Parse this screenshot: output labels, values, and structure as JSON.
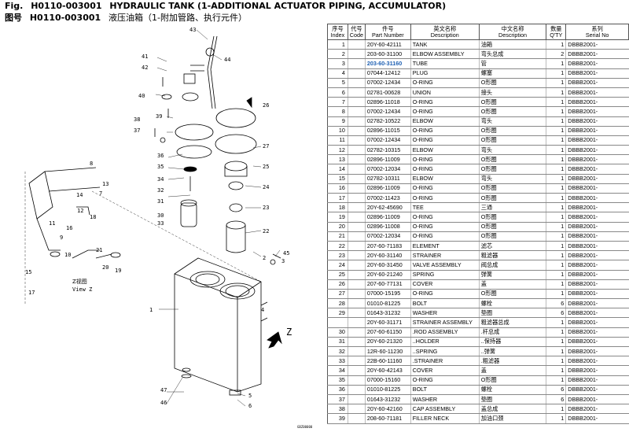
{
  "header": {
    "fig_label": "Fig.",
    "fig_code": "H0110-003001",
    "fig_title_en": "HYDRAULIC TANK (1-ADDITIONAL ACTUATOR PIPING, ACCUMULATOR)",
    "fig_label_cn": "图号",
    "fig_code_cn": "H0110-003001",
    "fig_title_cn": "液压油箱（1-附加管路、执行元件）"
  },
  "diagram": {
    "view_label_cn": "Z视图",
    "view_label_en": "View Z",
    "arrow_label": "Z",
    "drawing_code": "GBZ00000",
    "callouts": [
      "43",
      "41",
      "42",
      "44",
      "40",
      "39",
      "38",
      "37",
      "36",
      "35",
      "34",
      "32",
      "31",
      "30",
      "33",
      "26",
      "27",
      "25",
      "24",
      "23",
      "22",
      "2",
      "45",
      "3",
      "8",
      "14",
      "13",
      "7",
      "18",
      "12",
      "11",
      "16",
      "9",
      "10",
      "21",
      "20",
      "15",
      "19",
      "17",
      "1",
      "4",
      "47",
      "46",
      "5",
      "6"
    ]
  },
  "table": {
    "headers": [
      {
        "cn": "序号",
        "en": "Index"
      },
      {
        "cn": "代号",
        "en": "Code"
      },
      {
        "cn": "件号",
        "en": "Part Number"
      },
      {
        "cn": "英文名称",
        "en": "Description"
      },
      {
        "cn": "中文名称",
        "en": "Description"
      },
      {
        "cn": "数量",
        "en": "Q'TY"
      },
      {
        "cn": "系列",
        "en": "Serial No"
      }
    ],
    "rows": [
      {
        "idx": "1",
        "code": "",
        "pn": "20Y-60-42111",
        "en": "TANK",
        "cn": "油箱",
        "qty": "1",
        "sn": "DBBB2001-"
      },
      {
        "idx": "2",
        "code": "",
        "pn": "203-60-31100",
        "en": "ELBOW ASSEMBLY",
        "cn": "弯头总成",
        "qty": "2",
        "sn": "DBBB2001-"
      },
      {
        "idx": "3",
        "code": "",
        "pn": "203-60-31160",
        "en": "TUBE",
        "cn": "管",
        "qty": "1",
        "sn": "DBBB2001-",
        "hl": true
      },
      {
        "idx": "4",
        "code": "",
        "pn": "07044-12412",
        "en": "PLUG",
        "cn": "螺塞",
        "qty": "1",
        "sn": "DBBB2001-"
      },
      {
        "idx": "5",
        "code": "",
        "pn": "07002-12434",
        "en": "O-RING",
        "cn": "O形圈",
        "qty": "1",
        "sn": "DBBB2001-"
      },
      {
        "idx": "6",
        "code": "",
        "pn": "02781-00628",
        "en": "UNION",
        "cn": "接头",
        "qty": "1",
        "sn": "DBBB2001-"
      },
      {
        "idx": "7",
        "code": "",
        "pn": "02896-11018",
        "en": "O-RING",
        "cn": "O形圈",
        "qty": "1",
        "sn": "DBBB2001-"
      },
      {
        "idx": "8",
        "code": "",
        "pn": "07002-12434",
        "en": "O-RING",
        "cn": "O形圈",
        "qty": "1",
        "sn": "DBBB2001-"
      },
      {
        "idx": "9",
        "code": "",
        "pn": "02782-10522",
        "en": "ELBOW",
        "cn": "弯头",
        "qty": "1",
        "sn": "DBBB2001-"
      },
      {
        "idx": "10",
        "code": "",
        "pn": "02896-11015",
        "en": "O-RING",
        "cn": "O形圈",
        "qty": "1",
        "sn": "DBBB2001-"
      },
      {
        "idx": "11",
        "code": "",
        "pn": "07002-12434",
        "en": "O-RING",
        "cn": "O形圈",
        "qty": "1",
        "sn": "DBBB2001-"
      },
      {
        "idx": "12",
        "code": "",
        "pn": "02782-10315",
        "en": "ELBOW",
        "cn": "弯头",
        "qty": "1",
        "sn": "DBBB2001-"
      },
      {
        "idx": "13",
        "code": "",
        "pn": "02896-11009",
        "en": "O-RING",
        "cn": "O形圈",
        "qty": "1",
        "sn": "DBBB2001-"
      },
      {
        "idx": "14",
        "code": "",
        "pn": "07002-12034",
        "en": "O-RING",
        "cn": "O形圈",
        "qty": "1",
        "sn": "DBBB2001-"
      },
      {
        "idx": "15",
        "code": "",
        "pn": "02782-10311",
        "en": "ELBOW",
        "cn": "弯头",
        "qty": "1",
        "sn": "DBBB2001-"
      },
      {
        "idx": "16",
        "code": "",
        "pn": "02896-11009",
        "en": "O-RING",
        "cn": "O形圈",
        "qty": "1",
        "sn": "DBBB2001-"
      },
      {
        "idx": "17",
        "code": "",
        "pn": "07002-11423",
        "en": "O-RING",
        "cn": "O形圈",
        "qty": "1",
        "sn": "DBBB2001-"
      },
      {
        "idx": "18",
        "code": "",
        "pn": "20Y-62-45690",
        "en": "TEE",
        "cn": "三通",
        "qty": "1",
        "sn": "DBBB2001-"
      },
      {
        "idx": "19",
        "code": "",
        "pn": "02896-11009",
        "en": "O-RING",
        "cn": "O形圈",
        "qty": "1",
        "sn": "DBBB2001-"
      },
      {
        "idx": "20",
        "code": "",
        "pn": "02896-11008",
        "en": "O-RING",
        "cn": "O形圈",
        "qty": "1",
        "sn": "DBBB2001-"
      },
      {
        "idx": "21",
        "code": "",
        "pn": "07002-12034",
        "en": "O-RING",
        "cn": "O形圈",
        "qty": "1",
        "sn": "DBBB2001-"
      },
      {
        "idx": "22",
        "code": "",
        "pn": "207-60-71183",
        "en": "ELEMENT",
        "cn": "滤芯",
        "qty": "1",
        "sn": "DBBB2001-"
      },
      {
        "idx": "23",
        "code": "",
        "pn": "20Y-60-31140",
        "en": "STRAINER",
        "cn": "粗滤器",
        "qty": "1",
        "sn": "DBBB2001-"
      },
      {
        "idx": "24",
        "code": "",
        "pn": "20Y-60-31450",
        "en": "VALVE ASSEMBLY",
        "cn": "阀总成",
        "qty": "1",
        "sn": "DBBB2001-"
      },
      {
        "idx": "25",
        "code": "",
        "pn": "20Y-60-21240",
        "en": "SPRING",
        "cn": "弹簧",
        "qty": "1",
        "sn": "DBBB2001-"
      },
      {
        "idx": "26",
        "code": "",
        "pn": "207-60-77131",
        "en": "COVER",
        "cn": "盖",
        "qty": "1",
        "sn": "DBBB2001-"
      },
      {
        "idx": "27",
        "code": "",
        "pn": "07000-15195",
        "en": "O-RING",
        "cn": "O形圈",
        "qty": "1",
        "sn": "DBBB2001-"
      },
      {
        "idx": "28",
        "code": "",
        "pn": "01010-81225",
        "en": "BOLT",
        "cn": "螺栓",
        "qty": "6",
        "sn": "DBBB2001-"
      },
      {
        "idx": "29",
        "code": "",
        "pn": "01643-31232",
        "en": "WASHER",
        "cn": "垫圈",
        "qty": "6",
        "sn": "DBBB2001-"
      },
      {
        "idx": "",
        "code": "",
        "pn": "20Y-60-31171",
        "en": "STRAINER ASSEMBLY",
        "cn": "粗滤器总成",
        "qty": "1",
        "sn": "DBBB2001-"
      },
      {
        "idx": "30",
        "code": "",
        "pn": "207-60-61150",
        "en": ".ROD ASSEMBLY",
        "cn": ".杆总成",
        "qty": "1",
        "sn": "DBBB2001-"
      },
      {
        "idx": "31",
        "code": "",
        "pn": "20Y-60-21320",
        "en": "..HOLDER",
        "cn": "..保持器",
        "qty": "1",
        "sn": "DBBB2001-"
      },
      {
        "idx": "32",
        "code": "",
        "pn": "12R-60-11230",
        "en": "..SPRING",
        "cn": "..弹簧",
        "qty": "1",
        "sn": "DBBB2001-"
      },
      {
        "idx": "33",
        "code": "",
        "pn": "22B-60-11160",
        "en": ".STRAINER",
        "cn": ".粗滤器",
        "qty": "1",
        "sn": "DBBB2001-"
      },
      {
        "idx": "34",
        "code": "",
        "pn": "20Y-60-42143",
        "en": "COVER",
        "cn": "盖",
        "qty": "1",
        "sn": "DBBB2001-"
      },
      {
        "idx": "35",
        "code": "",
        "pn": "07000-15160",
        "en": "O-RING",
        "cn": "O形圈",
        "qty": "1",
        "sn": "DBBB2001-"
      },
      {
        "idx": "36",
        "code": "",
        "pn": "01010-81225",
        "en": "BOLT",
        "cn": "螺栓",
        "qty": "6",
        "sn": "DBBB2001-"
      },
      {
        "idx": "37",
        "code": "",
        "pn": "01643-31232",
        "en": "WASHER",
        "cn": "垫圈",
        "qty": "6",
        "sn": "DBBB2001-"
      },
      {
        "idx": "38",
        "code": "",
        "pn": "20Y-60-42160",
        "en": "CAP ASSEMBLY",
        "cn": "盖总成",
        "qty": "1",
        "sn": "DBBB2001-"
      },
      {
        "idx": "39",
        "code": "",
        "pn": "208-60-71181",
        "en": "FILLER NECK",
        "cn": "加油口颈",
        "qty": "1",
        "sn": "DBBB2001-"
      }
    ]
  }
}
